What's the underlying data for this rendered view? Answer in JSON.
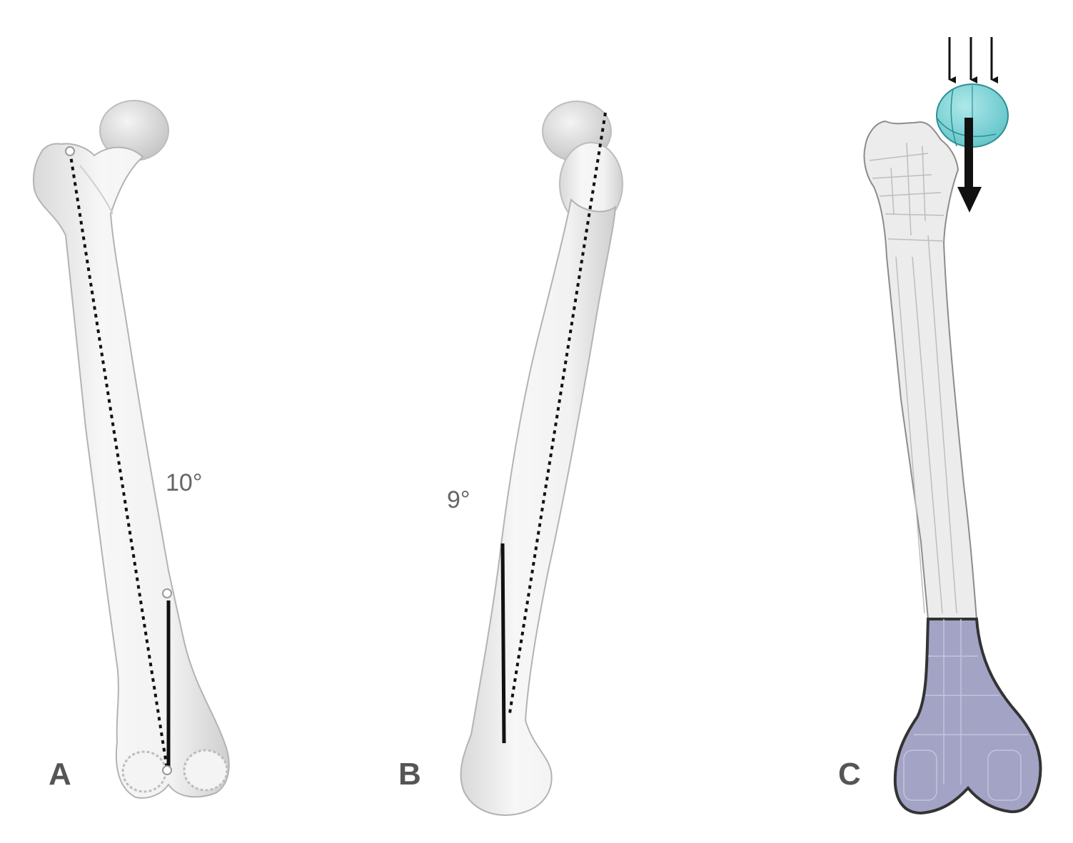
{
  "panels": [
    {
      "id": "A",
      "letter": "A",
      "angle_label": "10°"
    },
    {
      "id": "B",
      "letter": "B",
      "angle_label": "9°"
    },
    {
      "id": "C",
      "letter": "C"
    }
  ],
  "colors": {
    "bone_fill": "#f2f2f2",
    "bone_outline": "#b8b8b8",
    "femoral_head_load": "#7fd3d6",
    "distal_fixed": "#a3a3c6",
    "line": "#111111"
  }
}
